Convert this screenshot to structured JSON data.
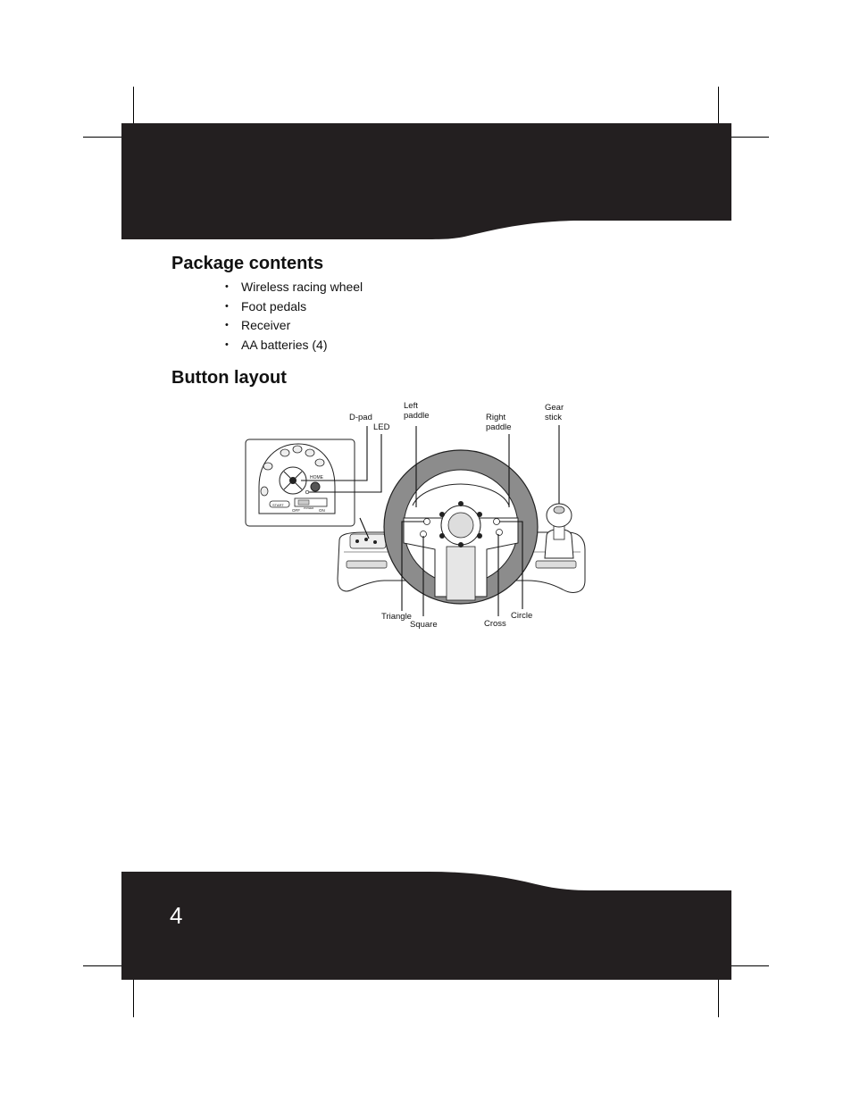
{
  "headings": {
    "package_contents": "Package contents",
    "button_layout": "Button layout"
  },
  "package_items": [
    "Wireless racing wheel",
    "Foot pedals",
    "Receiver",
    "AA batteries (4)"
  ],
  "diagram_labels": {
    "dpad": "D-pad",
    "led": "LED",
    "left_paddle_line1": "Left",
    "left_paddle_line2": "paddle",
    "right_paddle_line1": "Right",
    "right_paddle_line2": "paddle",
    "gear_stick_line1": "Gear",
    "gear_stick_line2": "stick",
    "triangle": "Triangle",
    "square": "Square",
    "cross": "Cross",
    "circle": "Circle"
  },
  "panel_labels": {
    "home": "HOME",
    "start": "START",
    "off": "OFF",
    "power": "POWER",
    "on": "ON"
  },
  "page_number": "4",
  "colors": {
    "band": "#231f20",
    "rim": "#8c8c8c",
    "page": "#ffffff"
  }
}
